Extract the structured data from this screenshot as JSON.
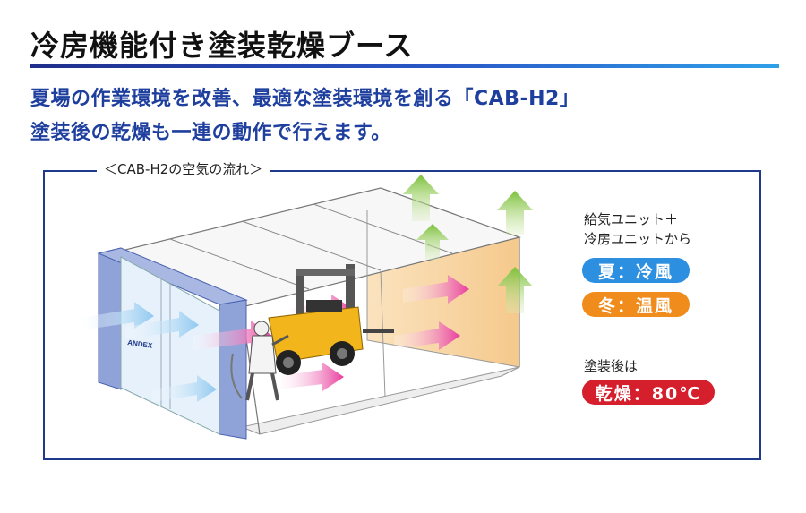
{
  "title": "冷房機能付き塗装乾燥ブース",
  "subtitle_line1": "夏場の作業環境を改善、最適な塗装環境を創る「CAB-H2」",
  "subtitle_line2": "塗装後の乾燥も一連の動作で行えます。",
  "diagram_label": "＜CAB-H2の空気の流れ＞",
  "booth_logo": "ANDEX",
  "supply_note_line1": "給気ユニット＋",
  "supply_note_line2": "冷房ユニットから",
  "summer_label": "夏：冷風",
  "winter_label": "冬：温風",
  "after_note": "塗装後は",
  "dry_label": "乾燥：80℃",
  "colors": {
    "accent_blue": "#1f3f9f",
    "summer": "#2c8fe0",
    "winter": "#f08c1c",
    "dry": "#d61f2c",
    "exhaust_arrow": "#8cc63f",
    "cool_arrow": "#8fc8f0",
    "warm_arrow": "#e83c9c"
  }
}
